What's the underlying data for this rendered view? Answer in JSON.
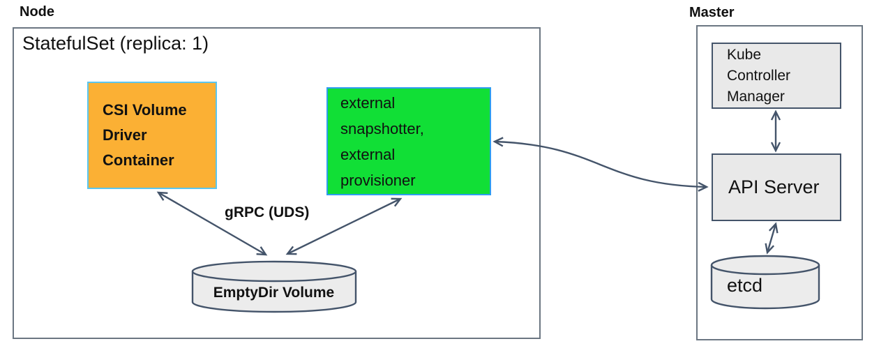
{
  "node_section": {
    "title": "Node",
    "statefulset_title": "StatefulSet (replica: 1)",
    "csi_driver_box": {
      "line1": "CSI Volume",
      "line2": "Driver",
      "line3": "Container"
    },
    "sidecar_box": {
      "line1": "external",
      "line2": "snapshotter,",
      "line3": "external",
      "line4": "provisioner"
    },
    "grpc_label": "gRPC (UDS)",
    "emptydir_label": "EmptyDir Volume"
  },
  "master_section": {
    "title": "Master",
    "kcm_box": {
      "line1": "Kube",
      "line2": "Controller",
      "line3": "Manager"
    },
    "api_server_label": "API Server",
    "etcd_label": "etcd"
  },
  "colors": {
    "csi_box_fill": "#fbb034",
    "csi_box_border": "#5bc6ee",
    "sidecar_box_fill": "#11df36",
    "sidecar_box_border": "#2f9cf0",
    "component_fill": "#e9e9e9",
    "cylinder_fill": "#ececec",
    "component_border": "#44546a",
    "arrow_color": "#44546a",
    "outer_box_border": "#6b7682",
    "text_color": "#111111"
  }
}
